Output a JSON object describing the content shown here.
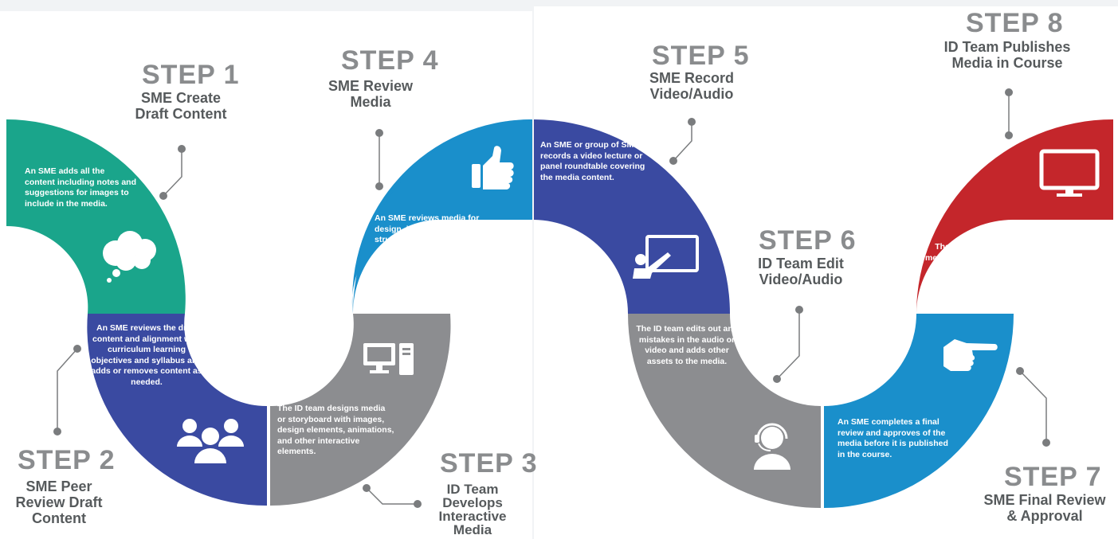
{
  "colors": {
    "green": "#1aa58b",
    "indigo": "#3a4aa1",
    "sky": "#1a8fcb",
    "gray": "#8c8d90",
    "red": "#c4262b",
    "connector": "#7a7c7e"
  },
  "steps": [
    {
      "id": "step1",
      "title": "STEP 1",
      "subtitle": "SME Create Draft Content",
      "description": "An SME adds all the content including notes and suggestions for images to include in the media.",
      "icon": "thought-cloud-icon",
      "color": "green"
    },
    {
      "id": "step2",
      "title": "STEP 2",
      "subtitle": "SME Peer Review Draft Content",
      "description": "An SME reviews the draft content and alignment with curriculum learning objectives and syllabus and adds or removes content as needed.",
      "icon": "group-people-icon",
      "color": "indigo"
    },
    {
      "id": "step3",
      "title": "STEP 3",
      "subtitle": "ID Team Develops Interactive Media",
      "description": "The ID team designs media or storyboard with images, design elements, animations, and other interactive elements.",
      "icon": "desktop-computer-icon",
      "color": "gray"
    },
    {
      "id": "step4",
      "title": "STEP 4",
      "subtitle": "SME Review Media",
      "description": "An SME reviews media for design, images, and structure.",
      "icon": "thumbs-up-icon",
      "color": "sky"
    },
    {
      "id": "step5",
      "title": "STEP 5",
      "subtitle": "SME Record Video/Audio",
      "description": "An SME or group of SMEs records a video lecture or panel roundtable covering the media content.",
      "icon": "presentation-board-icon",
      "color": "indigo"
    },
    {
      "id": "step6",
      "title": "STEP 6",
      "subtitle": "ID Team Edit Video/Audio",
      "description": "The ID team edits out any mistakes in the audio or video and adds other assets to the media.",
      "icon": "headset-user-icon",
      "color": "gray"
    },
    {
      "id": "step7",
      "title": "STEP 7",
      "subtitle": "SME Final Review & Approval",
      "description": "An SME completes a final review and approves of the media before it is published in the course.",
      "icon": "pointing-hand-icon",
      "color": "sky"
    },
    {
      "id": "step8",
      "title": "STEP 8",
      "subtitle": "ID Team Publishes Media in Course",
      "description": "The ID team adds the media to the course in the Canvas LMS.",
      "icon": "monitor-icon",
      "color": "red"
    }
  ]
}
